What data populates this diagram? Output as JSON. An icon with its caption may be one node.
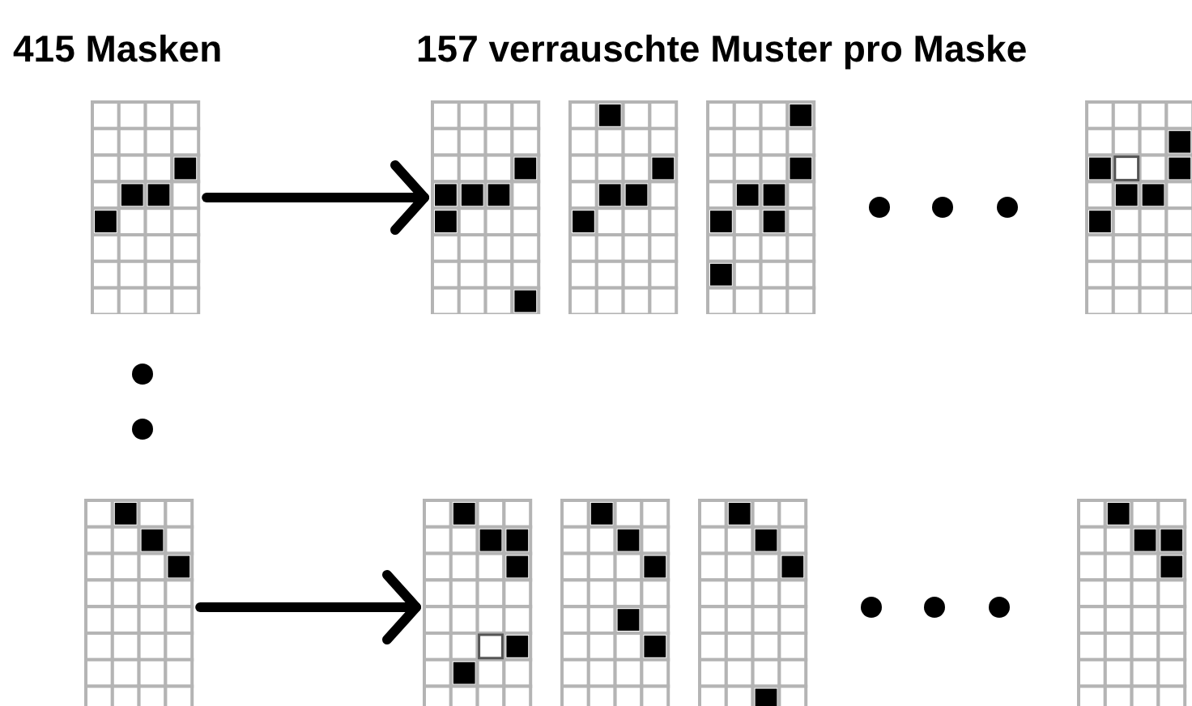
{
  "diagram": {
    "nodes": [
      {
        "text": [],
        "shape": "grid"
      },
      {
        "text": [],
        "shape": "grid"
      },
      {
        "text": [],
        "shape": "grid"
      },
      {
        "text": [],
        "shape": "grid"
      },
      {
        "text": [],
        "shape": "grid"
      },
      {
        "text": [],
        "shape": "grid"
      },
      {
        "text": [],
        "shape": "grid"
      },
      {
        "text": [],
        "shape": "grid"
      },
      {
        "text": [],
        "shape": "grid"
      },
      {
        "text": [],
        "shape": "grid"
      }
    ],
    "edges": [
      {
        "from": 0,
        "to": 1,
        "arrow": "to"
      },
      {
        "from": 5,
        "to": 6,
        "arrow": "to"
      }
    ],
    "labels": [
      "415 Masken",
      "157 verrauschte Muster pro Maske"
    ]
  }
}
